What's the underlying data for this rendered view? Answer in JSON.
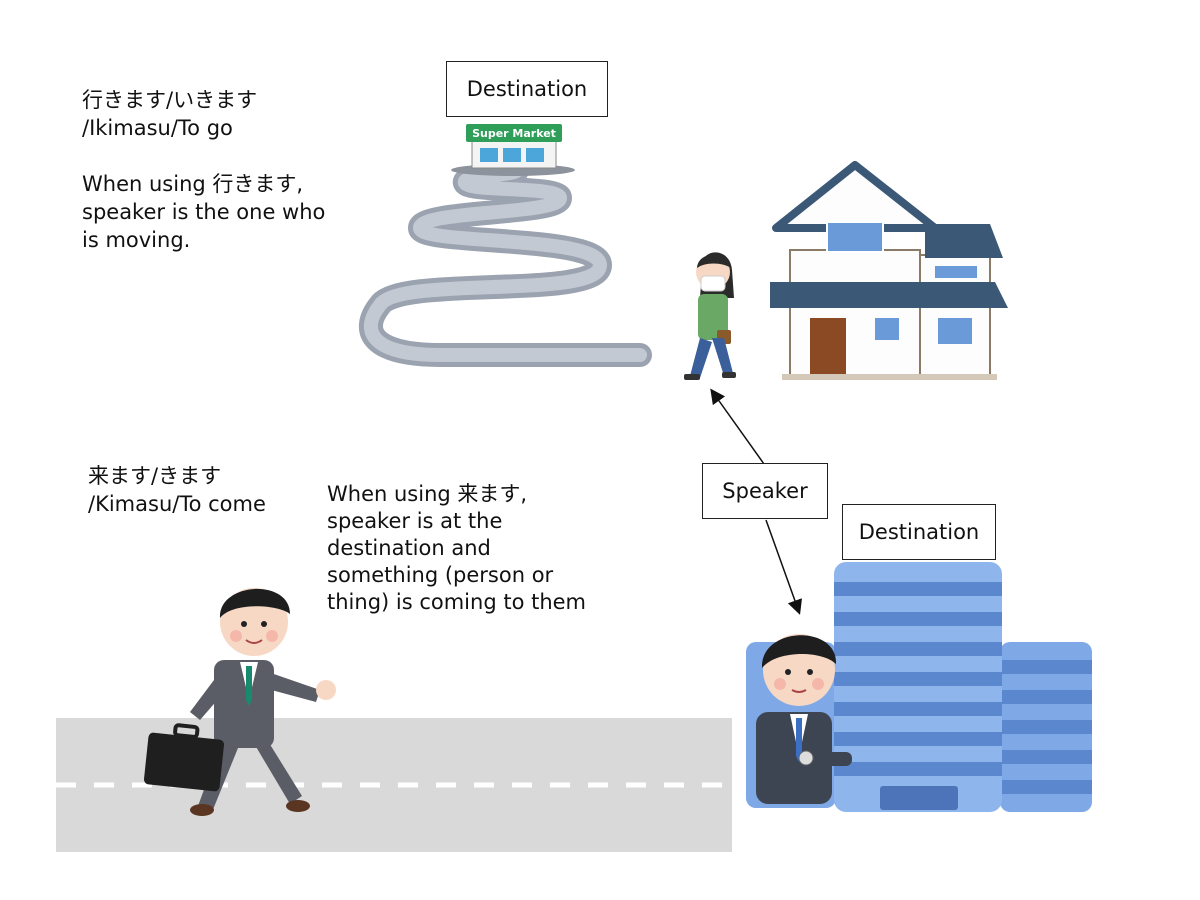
{
  "iku": {
    "line1": "行きます/いきます",
    "line2": "/Ikimasu/To go",
    "expl_1": "When using 行きます,",
    "expl_2": "speaker is the one who",
    "expl_3": "is moving."
  },
  "kuru": {
    "line1": "来ます/きます",
    "line2": "/Kimasu/To come",
    "expl_1": "When using 来ます,",
    "expl_2": "speaker is at the",
    "expl_3": "destination and",
    "expl_4": "something (person or",
    "expl_5": "thing) is coming to them"
  },
  "labels": {
    "destination_top": "Destination",
    "destination_bottom": "Destination",
    "speaker": "Speaker",
    "supermarket_sign": "Super Market"
  },
  "colors": {
    "road": "#d9d9d9",
    "path": "#a9b1bd",
    "building_blue": "#6b9be0",
    "sign_green": "#2e9e58",
    "suit": "#5a5d66"
  }
}
